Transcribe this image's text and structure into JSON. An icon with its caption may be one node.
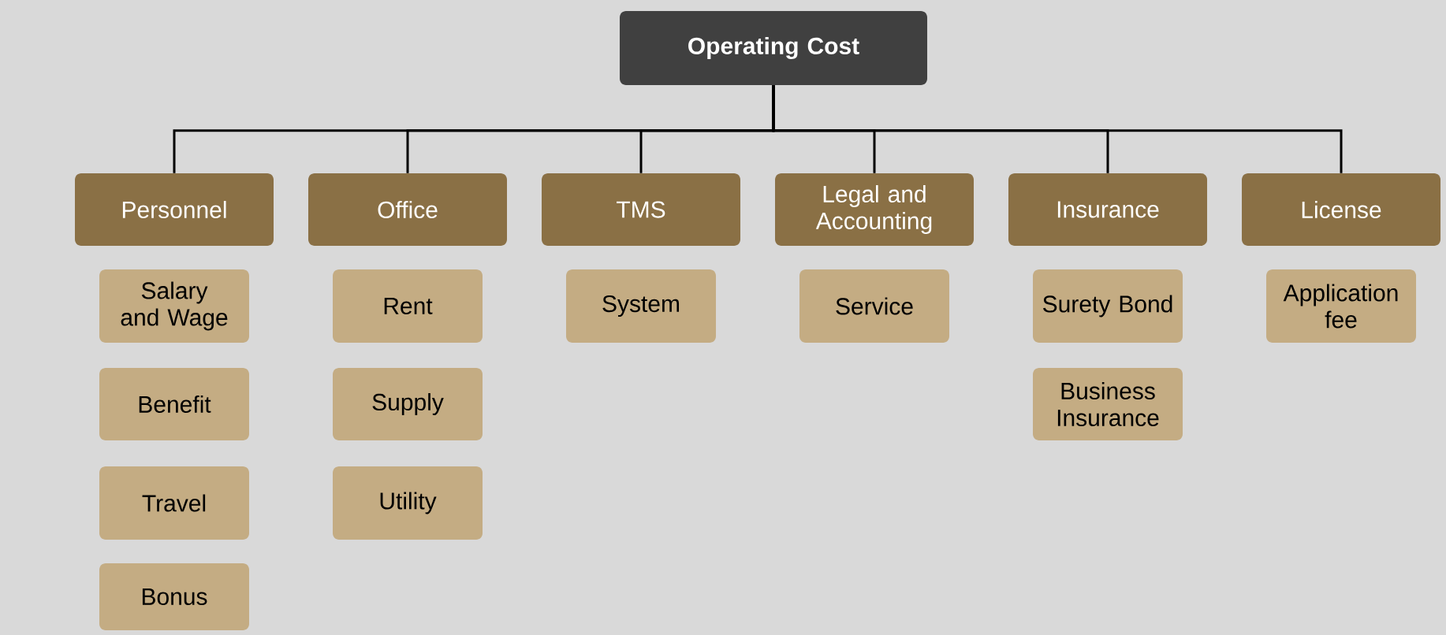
{
  "diagram": {
    "nodes": [
      {
        "text": [
          "Operating Cost"
        ]
      },
      {
        "text": [
          "Personnel"
        ]
      },
      {
        "text": [
          "Office"
        ]
      },
      {
        "text": [
          "TMS"
        ]
      },
      {
        "text": [
          "Legal and Accounting"
        ]
      },
      {
        "text": [
          "Insurance"
        ]
      },
      {
        "text": [
          "License"
        ]
      },
      {
        "text": [
          "Salary and Wage"
        ]
      },
      {
        "text": [
          "Benefit"
        ]
      },
      {
        "text": [
          "Travel"
        ]
      },
      {
        "text": [
          "Bonus"
        ]
      },
      {
        "text": [
          "Rent"
        ]
      },
      {
        "text": [
          "Supply"
        ]
      },
      {
        "text": [
          "Utility"
        ]
      },
      {
        "text": [
          "System"
        ]
      },
      {
        "text": [
          "Service"
        ]
      },
      {
        "text": [
          "Surety Bond"
        ]
      },
      {
        "text": [
          "Business Insurance"
        ]
      },
      {
        "text": [
          "Application fee"
        ]
      }
    ],
    "edges": [
      {
        "from": 0,
        "to": 1,
        "arrow": "none"
      },
      {
        "from": 0,
        "to": 2,
        "arrow": "none"
      },
      {
        "from": 0,
        "to": 3,
        "arrow": "none"
      },
      {
        "from": 0,
        "to": 4,
        "arrow": "none"
      },
      {
        "from": 0,
        "to": 5,
        "arrow": "none"
      },
      {
        "from": 0,
        "to": 6,
        "arrow": "none"
      }
    ]
  }
}
